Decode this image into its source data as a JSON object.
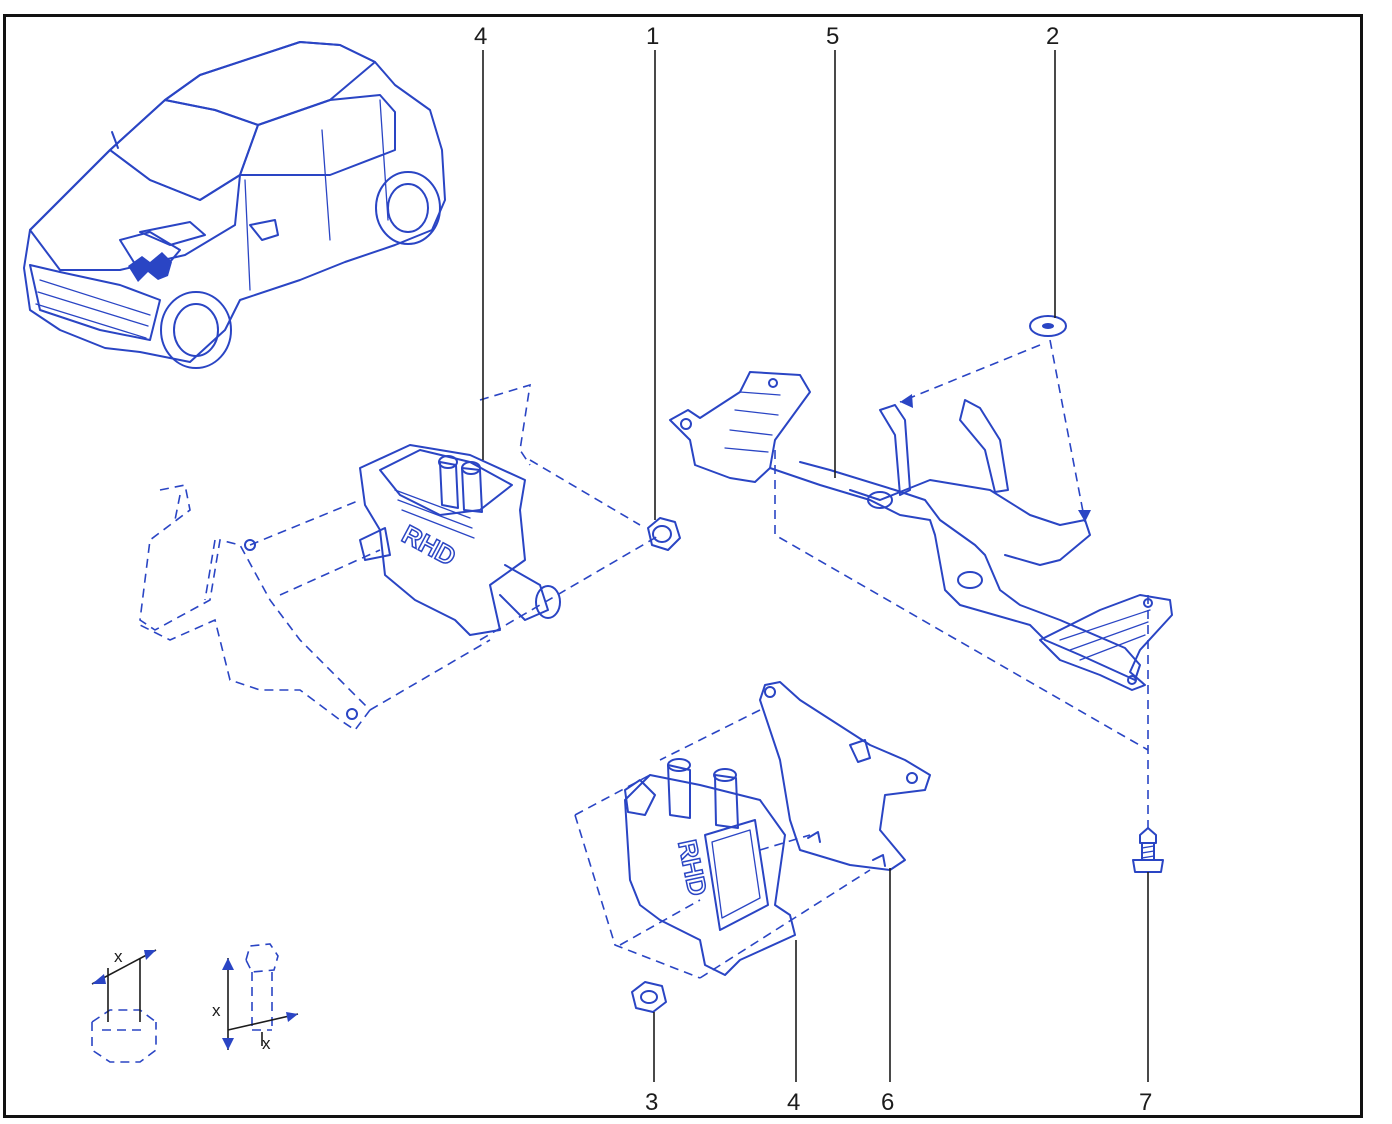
{
  "callouts": [
    {
      "id": "c4-top",
      "label": "4"
    },
    {
      "id": "c1",
      "label": "1"
    },
    {
      "id": "c5",
      "label": "5"
    },
    {
      "id": "c2",
      "label": "2"
    },
    {
      "id": "c3",
      "label": "3"
    },
    {
      "id": "c4-bottom",
      "label": "4"
    },
    {
      "id": "c6",
      "label": "6"
    },
    {
      "id": "c7",
      "label": "7"
    }
  ],
  "dimension_labels": {
    "nut_x": "x",
    "bolt_x_length": "x",
    "bolt_x_diameter": "x"
  },
  "stamp_text": {
    "lhd_module": "RHD",
    "rhd_module": "RHD"
  },
  "colors": {
    "line_art": "#2a45c4",
    "callout_text": "#1c1c1c",
    "frame": "#111111"
  }
}
